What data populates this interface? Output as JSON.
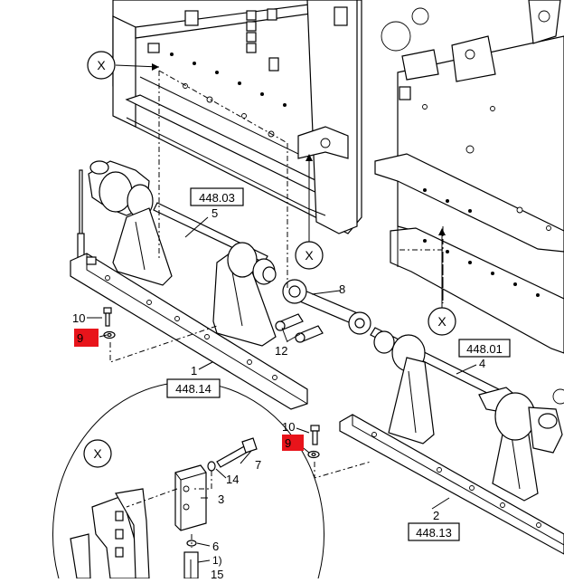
{
  "diagram": {
    "view_marker": "X",
    "part_labels": {
      "p1": "1",
      "p2": "2",
      "p3": "3",
      "p4": "4",
      "p5": "5",
      "p6": "6",
      "p7": "7",
      "p8": "8",
      "p9a": "9",
      "p9b": "9",
      "p10a": "10",
      "p10b": "10",
      "p12": "12",
      "p14": "14",
      "p15": "15",
      "note1": "1)"
    },
    "references": {
      "r44803": "448.03",
      "r44801": "448.01",
      "r44814": "448.14",
      "r44813": "448.13"
    },
    "colors": {
      "highlight": "#e8141b",
      "line": "#000000",
      "background": "#ffffff"
    }
  }
}
